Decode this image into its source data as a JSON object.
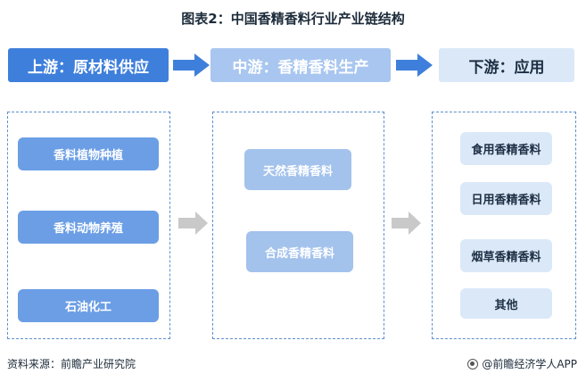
{
  "title": "图表2：中国香精香料行业产业链结构",
  "stages": {
    "upstream": {
      "header": "上游：原材料供应",
      "items": [
        "香料植物种植",
        "香料动物养殖",
        "石油化工"
      ]
    },
    "midstream": {
      "header": "中游：香精香料生产",
      "items": [
        "天然香精香料",
        "合成香精香料"
      ]
    },
    "downstream": {
      "header": "下游：应用",
      "items": [
        "食用香精香料",
        "日用香精香料",
        "烟草香精香料",
        "其他"
      ]
    }
  },
  "footer": {
    "source": "资料来源：前瞻产业研究院",
    "brand": "@前瞻经济学人APP"
  },
  "colors": {
    "upstream_header": "#3f7fdc",
    "midstream_header": "#a8c6ef",
    "downstream_header": "#dbe8f8",
    "arrow_blue": "#3f7fdc",
    "arrow_gray": "#c9c9c9",
    "panel_border": "#5f8fcf"
  }
}
